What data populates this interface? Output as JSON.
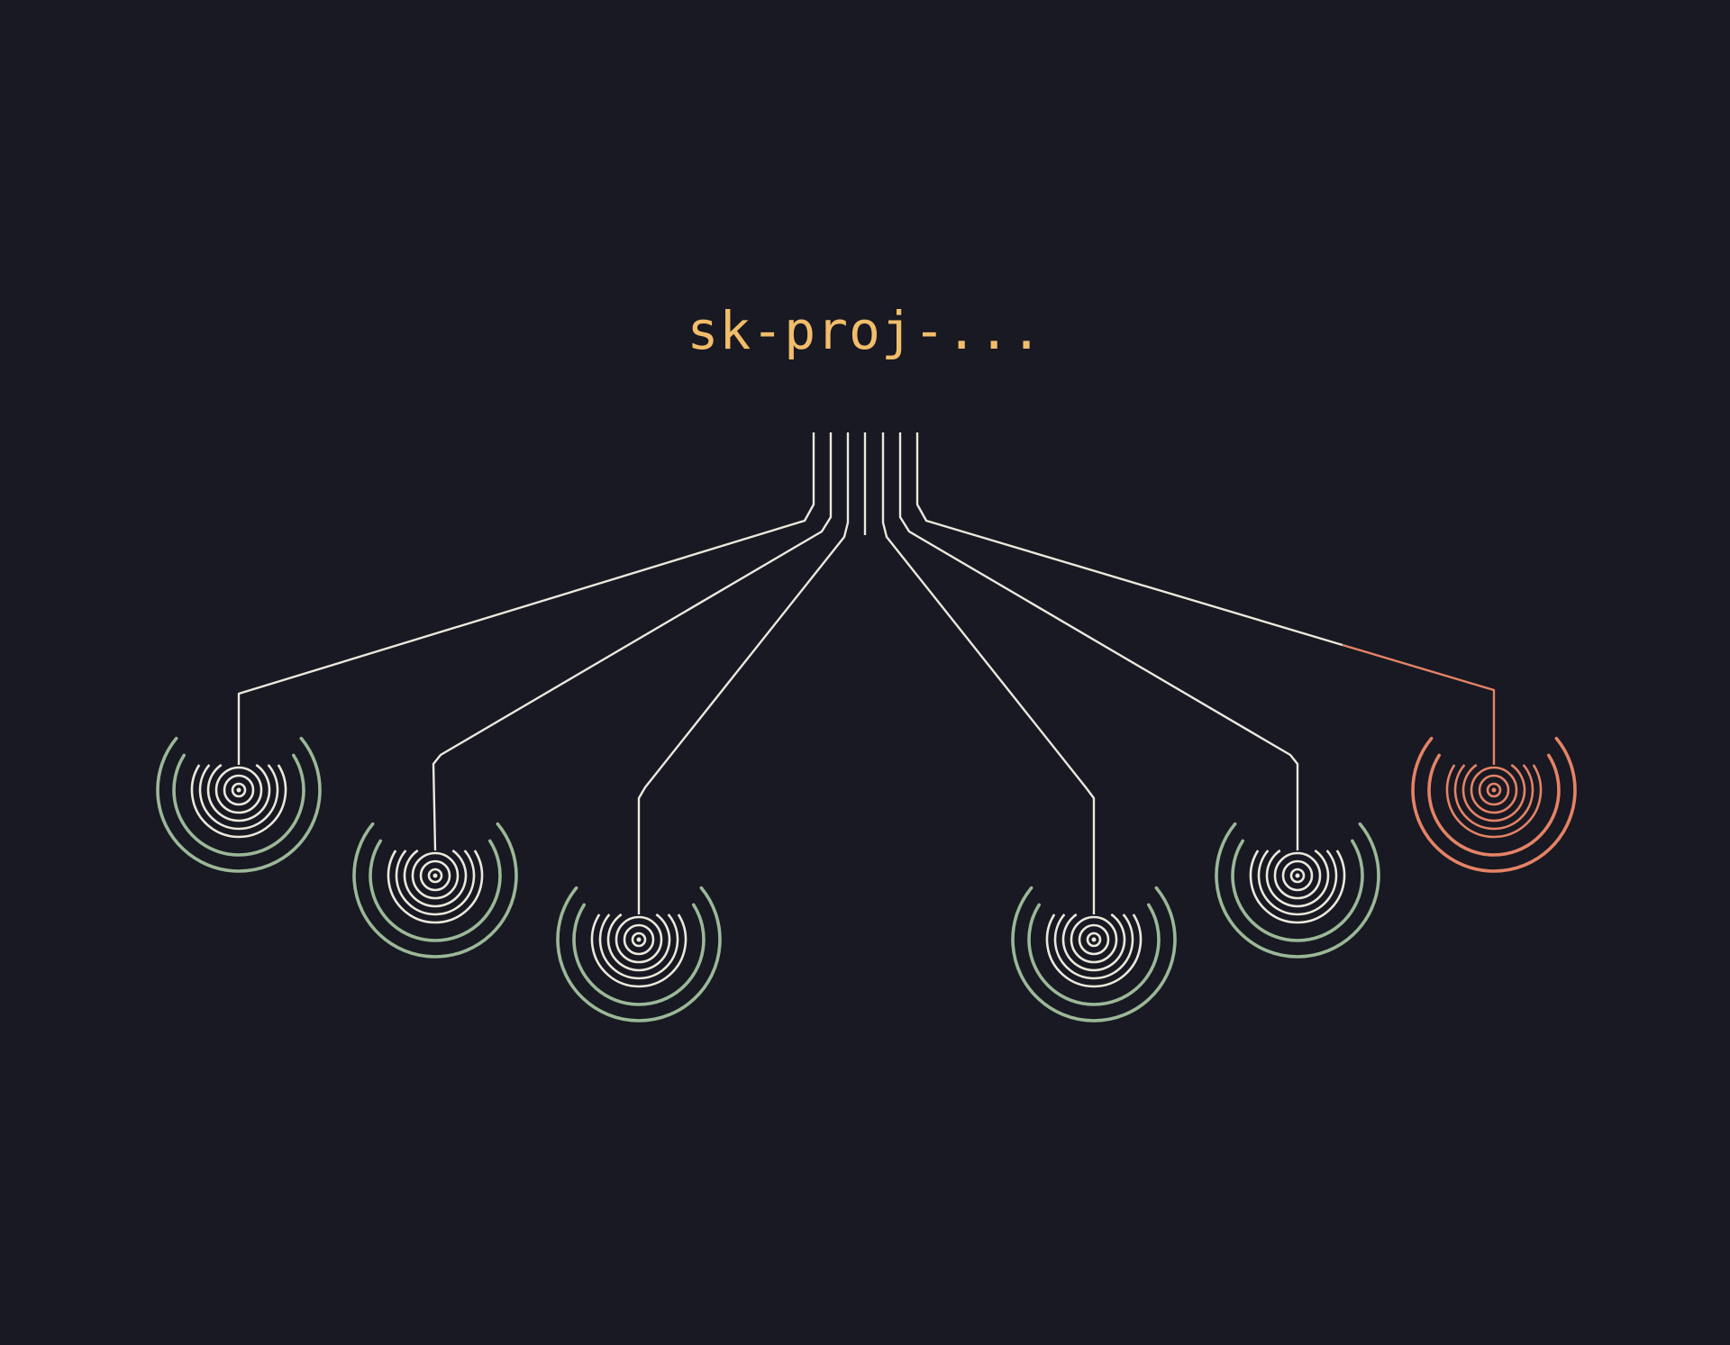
{
  "key": {
    "label": "sk-proj-...",
    "color": "#f2bd6b"
  },
  "colors": {
    "background": "#181922",
    "line": "#ece8dc",
    "ring_inner": "#ece8dc",
    "ring_outer_ok": "#9bb898",
    "ring_outer_alert": "#e58366"
  },
  "nodes": [
    {
      "id": "node-1",
      "status": "ok"
    },
    {
      "id": "node-2",
      "status": "ok"
    },
    {
      "id": "node-3",
      "status": "ok"
    },
    {
      "id": "node-4",
      "status": "ok"
    },
    {
      "id": "node-5",
      "status": "ok"
    },
    {
      "id": "node-6",
      "status": "alert"
    }
  ]
}
